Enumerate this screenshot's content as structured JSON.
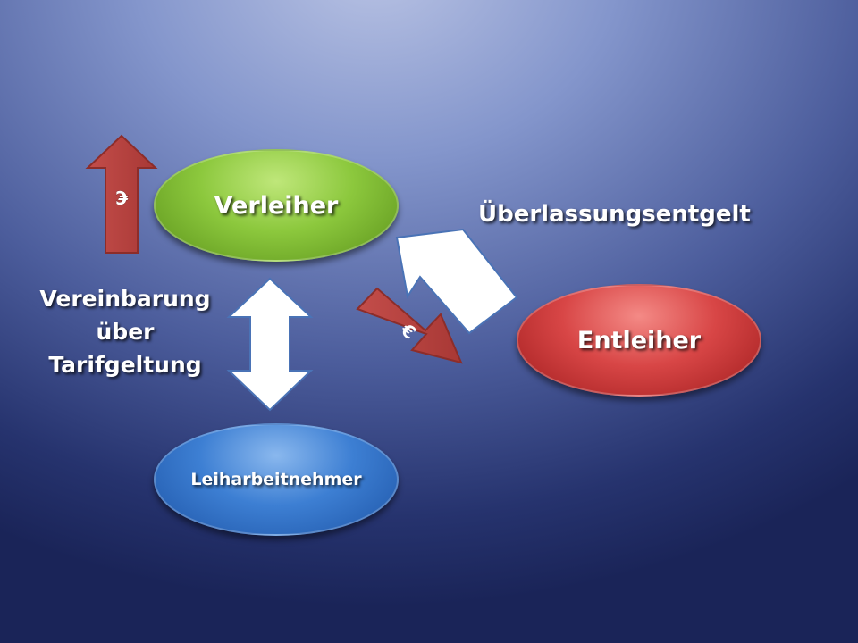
{
  "nodes": {
    "verleiher": "Verleiher",
    "entleiher": "Entleiher",
    "leiharbeitnehmer": "Leiharbeitnehmer"
  },
  "labels": {
    "ueberlassungsentgelt": "Überlassungsentgelt",
    "vereinbarung": [
      "Vereinbarung",
      "über",
      "Tarifgeltung"
    ]
  },
  "arrows": {
    "money_up_symbol": "€",
    "money_diagonal_symbol": "€"
  },
  "colors": {
    "green": "#8cc83d",
    "red": "#d84646",
    "blue": "#3d7fd3",
    "arrow_red": "#c0504d",
    "white": "#ffffff"
  }
}
